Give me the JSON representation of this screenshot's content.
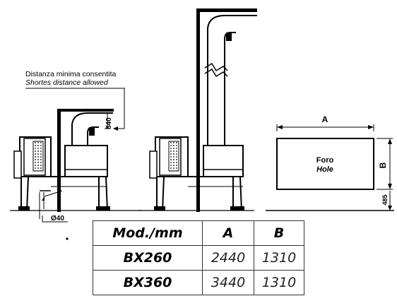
{
  "note": {
    "it": "Distanza minima consentita",
    "en": "Shortes distance allowed"
  },
  "dimensions": {
    "clearance": "840",
    "flue_diameter": "Ø40",
    "hole_width_label": "A",
    "hole_height_label": "B",
    "hole_bottom": "485"
  },
  "hole": {
    "label_it": "Foro",
    "label_en": "Hole"
  },
  "table": {
    "headers": [
      "Mod./mm",
      "A",
      "B"
    ],
    "rows": [
      {
        "model": "BX260",
        "a": "2440",
        "b": "1310"
      },
      {
        "model": "BX360",
        "a": "3440",
        "b": "1310"
      }
    ]
  }
}
